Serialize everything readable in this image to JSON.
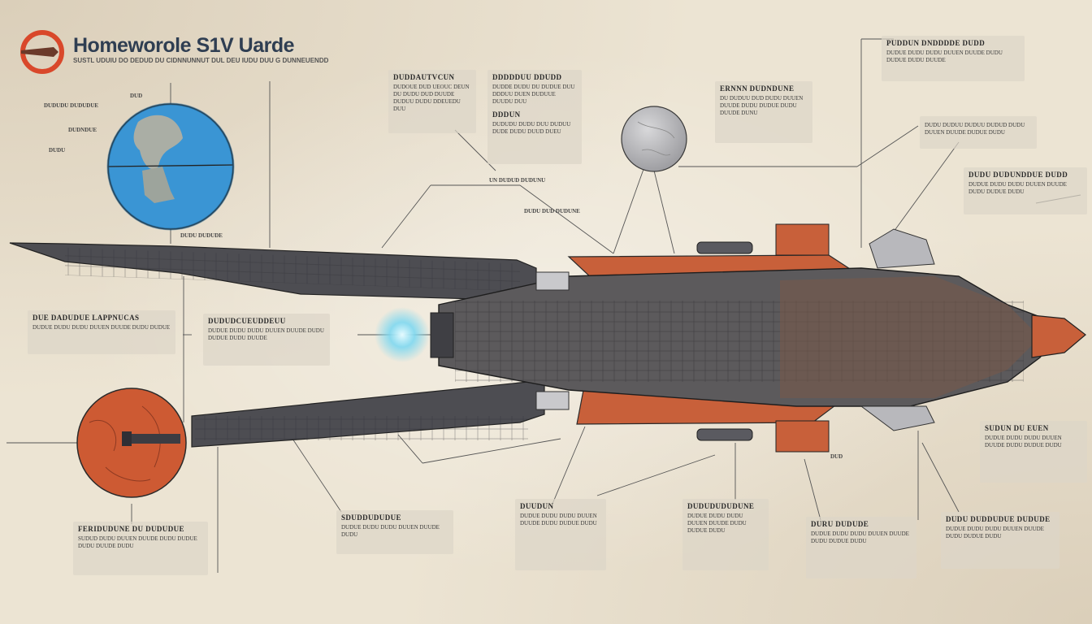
{
  "header": {
    "title": "Homeworole S1V Uarde",
    "subtitle": "SUSTL UDUIU DO DEDUD DU CIDNNUNNUT DUL DEU IUDU DUU G DUNNEUENDD"
  },
  "colors": {
    "paper": "#ece4d3",
    "hull_dark": "#4d4d52",
    "hull_orange": "#c8603a",
    "blue_planet": "#3a95d4",
    "red_planet": "#cd5a33",
    "moon": "#b7b7b9",
    "engine_glow": "#7fd8f0",
    "logo": "#d9482b"
  },
  "icons": [
    "logo-ring-icon",
    "blue-planet-icon",
    "red-planet-icon",
    "grey-moon-icon",
    "spaceship-illustration"
  ],
  "callouts": [
    {
      "title": "DUDDAUTVCUN",
      "text": "DUDOUE DUD UEOUC DEUN DU DUDU DUD DUUDE DUDUU DUDU DDEUEDU DUU"
    },
    {
      "title": "DDDDDUU DDUDD",
      "text": "DUDDE DUDU DU DUDUE DUU DDDUU DUEN DUDUUE DUUDU DUU"
    },
    {
      "title": "DDDUN",
      "text": "DUDUDU DUDU DUU DUDUU DUDE DUDU DUUD DUEU"
    },
    {
      "title": "ERNNN DUDNDUNE",
      "text": "DU DUDUU DUD DUDU DUUEN DUUDE DUDU DUDUE DUDU DUUDE DUNU"
    },
    {
      "title": "PUDDUN DNDDDDE DUDD",
      "text": "DUDUE DUDU DUDU DUUEN DUUDE DUDU DUDUE DUDU DUUDE"
    },
    {
      "title": "",
      "text": "DUDU DUDUU DUDUU DUDUD DUDU DUUEN DUUDE DUDUE DUDU"
    },
    {
      "title": "DUDU DUDUNDDUE DUDD",
      "text": "DUDUE DUDU DUDU DUUEN DUUDE DUDU DUDUE DUDU"
    },
    {
      "title": "DUE DADUDUE LAPPNUCAS",
      "text": "DUDUE DUDU DUDU DUUEN DUUDE DUDU DUDUE"
    },
    {
      "title": "DUDUDCUEUDDEUU",
      "text": "DUDUE DUDU DUDU DUUEN DUUDE DUDU DUDUE DUDU DUUDE"
    },
    {
      "title": "SUDUN DU EUEN",
      "text": "DUDUE DUDU DUDU DUUEN DUUDE DUDU DUDUE DUDU"
    },
    {
      "title": "FERIDUDUNE DU DUDUDUE",
      "text": "SUDUD DUDU DUUEN DUUDE DUDU DUDUE DUDU DUUDE DUDU"
    },
    {
      "title": "SDUDDUDUDUE",
      "text": "DUDUE DUDU DUDU DUUEN DUUDE DUDU"
    },
    {
      "title": "DUUDUN",
      "text": "DUDUE DUDU DUDU DUUEN DUUDE DUDU DUDUE DUDU"
    },
    {
      "title": "DUDUDUDUDUNE",
      "text": "DUDUE DUDU DUDU DUUEN DUUDE DUDU DUDUE DUDU"
    },
    {
      "title": "DURU DUDUDE",
      "text": "DUDUE DUDU DUDU DUUEN DUUDE DUDU DUDUE DUDU"
    },
    {
      "title": "DUDU DUDDUDUE DUDUDE",
      "text": "DUDUE DUDU DUDU DUUEN DUUDE DUDU DUDUE DUDU"
    }
  ],
  "tags": [
    "DUDUDU DUDUDUE",
    "DUDNDUE",
    "DUDU",
    "DUD",
    "UN DUDUD DUDUNU",
    "DUDU DUDUDE",
    "DUDU DUD DUDUNE",
    "DUD"
  ]
}
